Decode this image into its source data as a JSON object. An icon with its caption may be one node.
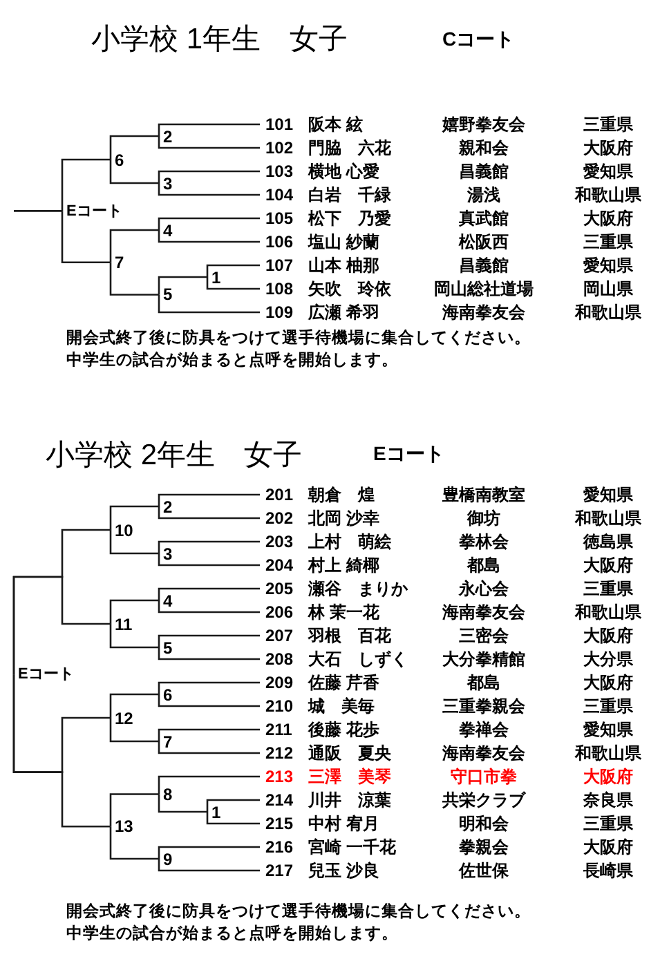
{
  "diagram": {
    "nodes": [
      {
        "text": [
          "101",
          "阪本 絃",
          "嬉野拳友会",
          "三重県"
        ]
      },
      {
        "text": [
          "102",
          "門脇　六花",
          "親和会",
          "大阪府"
        ]
      },
      {
        "text": [
          "103",
          "横地 心愛",
          "昌義館",
          "愛知県"
        ]
      },
      {
        "text": [
          "104",
          "白岩　千緑",
          "湯浅",
          "和歌山県"
        ]
      },
      {
        "text": [
          "105",
          "松下　乃愛",
          "真武館",
          "大阪府"
        ]
      },
      {
        "text": [
          "106",
          "塩山 紗蘭",
          "松阪西",
          "三重県"
        ]
      },
      {
        "text": [
          "107",
          "山本 柚那",
          "昌義館",
          "愛知県"
        ]
      },
      {
        "text": [
          "108",
          "矢吹　玲依",
          "岡山総社道場",
          "岡山県"
        ]
      },
      {
        "text": [
          "109",
          "広瀬 希羽",
          "海南拳友会",
          "和歌山県"
        ]
      },
      {
        "text": [
          "2"
        ]
      },
      {
        "text": [
          "3"
        ]
      },
      {
        "text": [
          "6"
        ]
      },
      {
        "text": [
          "4"
        ]
      },
      {
        "text": [
          "1"
        ]
      },
      {
        "text": [
          "5"
        ]
      },
      {
        "text": [
          "7"
        ]
      },
      {
        "text": [
          "Eコート"
        ]
      },
      {
        "text": [
          "201",
          "朝倉　煌",
          "豊橋南教室",
          "愛知県"
        ]
      },
      {
        "text": [
          "202",
          "北岡 沙幸",
          "御坊",
          "和歌山県"
        ]
      },
      {
        "text": [
          "203",
          "上村　萌絵",
          "拳林会",
          "徳島県"
        ]
      },
      {
        "text": [
          "204",
          "村上 綺椰",
          "都島",
          "大阪府"
        ]
      },
      {
        "text": [
          "205",
          "瀬谷　まりか",
          "永心会",
          "三重県"
        ]
      },
      {
        "text": [
          "206",
          "林 茉一花",
          "海南拳友会",
          "和歌山県"
        ]
      },
      {
        "text": [
          "207",
          "羽根　百花",
          "三密会",
          "大阪府"
        ]
      },
      {
        "text": [
          "208",
          "大石　しずく",
          "大分拳精館",
          "大分県"
        ]
      },
      {
        "text": [
          "209",
          "佐藤 芹香",
          "都島",
          "大阪府"
        ]
      },
      {
        "text": [
          "210",
          "城　美毎",
          "三重拳親会",
          "三重県"
        ]
      },
      {
        "text": [
          "211",
          "後藤 花歩",
          "拳禅会",
          "愛知県"
        ]
      },
      {
        "text": [
          "212",
          "通阪　夏央",
          "海南拳友会",
          "和歌山県"
        ]
      },
      {
        "text": [
          "213",
          "三澤　美琴",
          "守口市拳",
          "大阪府"
        ]
      },
      {
        "text": [
          "214",
          "川井　涼葉",
          "共栄クラブ",
          "奈良県"
        ]
      },
      {
        "text": [
          "215",
          "中村 宥月",
          "明和会",
          "三重県"
        ]
      },
      {
        "text": [
          "216",
          "宮崎 一千花",
          "拳親会",
          "大阪府"
        ]
      },
      {
        "text": [
          "217",
          "兒玉 沙良",
          "佐世保",
          "長崎県"
        ]
      },
      {
        "text": [
          "2"
        ]
      },
      {
        "text": [
          "3"
        ]
      },
      {
        "text": [
          "10"
        ]
      },
      {
        "text": [
          "4"
        ]
      },
      {
        "text": [
          "5"
        ]
      },
      {
        "text": [
          "11"
        ]
      },
      {
        "text": [
          "6"
        ]
      },
      {
        "text": [
          "7"
        ]
      },
      {
        "text": [
          "12"
        ]
      },
      {
        "text": [
          "1"
        ]
      },
      {
        "text": [
          "8"
        ]
      },
      {
        "text": [
          "9"
        ]
      },
      {
        "text": [
          "13"
        ]
      },
      {
        "text": [
          "Eコート"
        ]
      }
    ],
    "edges": [
      {
        "from": 0,
        "to": 9,
        "arrow": "none"
      },
      {
        "from": 1,
        "to": 9,
        "arrow": "none"
      },
      {
        "from": 2,
        "to": 10,
        "arrow": "none"
      },
      {
        "from": 3,
        "to": 10,
        "arrow": "none"
      },
      {
        "from": 9,
        "to": 11,
        "arrow": "none"
      },
      {
        "from": 10,
        "to": 11,
        "arrow": "none"
      },
      {
        "from": 4,
        "to": 12,
        "arrow": "none"
      },
      {
        "from": 5,
        "to": 12,
        "arrow": "none"
      },
      {
        "from": 6,
        "to": 13,
        "arrow": "none"
      },
      {
        "from": 7,
        "to": 13,
        "arrow": "none"
      },
      {
        "from": 13,
        "to": 14,
        "arrow": "none"
      },
      {
        "from": 8,
        "to": 14,
        "arrow": "none"
      },
      {
        "from": 12,
        "to": 15,
        "arrow": "none"
      },
      {
        "from": 14,
        "to": 15,
        "arrow": "none"
      },
      {
        "from": 11,
        "to": 16,
        "arrow": "none"
      },
      {
        "from": 15,
        "to": 16,
        "arrow": "none"
      },
      {
        "from": 16,
        "to": null,
        "arrow": "none"
      },
      {
        "from": 17,
        "to": 34,
        "arrow": "none"
      },
      {
        "from": 18,
        "to": 34,
        "arrow": "none"
      },
      {
        "from": 19,
        "to": 35,
        "arrow": "none"
      },
      {
        "from": 20,
        "to": 35,
        "arrow": "none"
      },
      {
        "from": 34,
        "to": 36,
        "arrow": "none"
      },
      {
        "from": 35,
        "to": 36,
        "arrow": "none"
      },
      {
        "from": 21,
        "to": 37,
        "arrow": "none"
      },
      {
        "from": 22,
        "to": 37,
        "arrow": "none"
      },
      {
        "from": 23,
        "to": 38,
        "arrow": "none"
      },
      {
        "from": 24,
        "to": 38,
        "arrow": "none"
      },
      {
        "from": 37,
        "to": 39,
        "arrow": "none"
      },
      {
        "from": 38,
        "to": 39,
        "arrow": "none"
      },
      {
        "from": 36,
        "to": 47,
        "arrow": "none"
      },
      {
        "from": 39,
        "to": 47,
        "arrow": "none"
      },
      {
        "from": 25,
        "to": 40,
        "arrow": "none"
      },
      {
        "from": 26,
        "to": 40,
        "arrow": "none"
      },
      {
        "from": 27,
        "to": 41,
        "arrow": "none"
      },
      {
        "from": 28,
        "to": 41,
        "arrow": "none"
      },
      {
        "from": 40,
        "to": 42,
        "arrow": "none"
      },
      {
        "from": 41,
        "to": 42,
        "arrow": "none"
      },
      {
        "from": 29,
        "to": 44,
        "arrow": "none"
      },
      {
        "from": 30,
        "to": 43,
        "arrow": "none"
      },
      {
        "from": 31,
        "to": 43,
        "arrow": "none"
      },
      {
        "from": 43,
        "to": 44,
        "arrow": "none"
      },
      {
        "from": 32,
        "to": 45,
        "arrow": "none"
      },
      {
        "from": 33,
        "to": 45,
        "arrow": "none"
      },
      {
        "from": 44,
        "to": 46,
        "arrow": "none"
      },
      {
        "from": 45,
        "to": 46,
        "arrow": "none"
      },
      {
        "from": 42,
        "to": 47,
        "arrow": "none"
      },
      {
        "from": 46,
        "to": 47,
        "arrow": "none"
      }
    ],
    "labels": [
      "小学校 1年生　女子",
      "Cコート",
      "開会式終了後に防具をつけて選手待機場に集合してください。",
      "中学生の試合が始まると点呼を開始します。",
      "小学校 2年生　女子",
      "Eコート",
      "開会式終了後に防具をつけて選手待機場に集合してください。",
      "中学生の試合が始まると点呼を開始します。"
    ]
  }
}
